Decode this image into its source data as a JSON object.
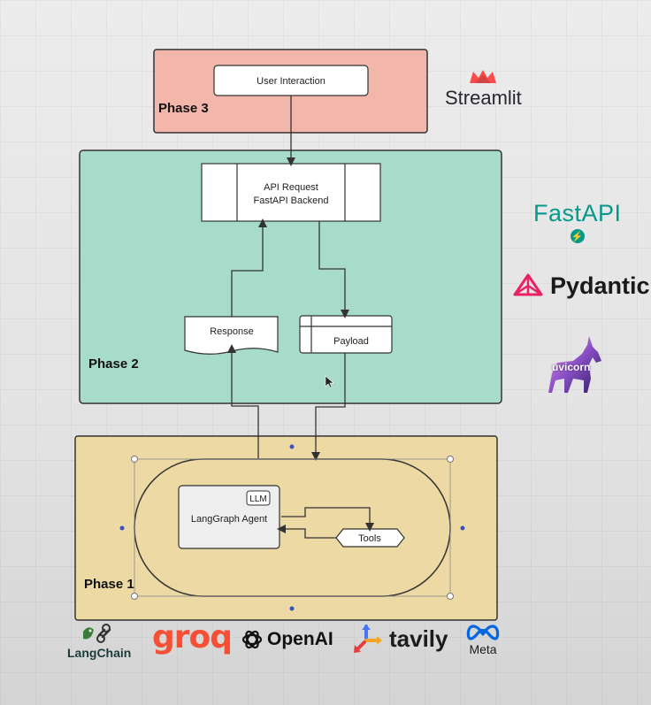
{
  "phases": {
    "phase3": {
      "label": "Phase 3"
    },
    "phase2": {
      "label": "Phase 2"
    },
    "phase1": {
      "label": "Phase 1"
    }
  },
  "nodes": {
    "user_interaction": "User Interaction",
    "api_request_line1": "API Request",
    "api_request_line2": "FastAPI Backend",
    "response": "Response",
    "payload": "Payload",
    "langgraph_agent": "LangGraph Agent",
    "llm_badge": "LLM",
    "tools": "Tools"
  },
  "logos": {
    "streamlit": "Streamlit",
    "fastapi": "FastAPI",
    "pydantic": "Pydantic",
    "uvicorn": "uvicorn",
    "langchain": "LangChain",
    "groq": "groq",
    "openai": "OpenAI",
    "tavily": "tavily",
    "meta": "Meta"
  },
  "colors": {
    "phase3_fill": "#f3b6aa",
    "phase2_fill": "#a6dcc9",
    "phase1_fill": "#ecd9a3",
    "stroke": "#333333",
    "streamlit": "#ff4b4b",
    "fastapi": "#05998b",
    "groq": "#f55036",
    "meta": "#0668e1"
  },
  "icons": [
    "streamlit-crown-icon",
    "fastapi-bolt-icon",
    "pydantic-prism-icon",
    "uvicorn-unicorn-icon",
    "langchain-parrot-icon",
    "openai-knot-icon",
    "tavily-arrows-icon",
    "meta-infinity-icon",
    "mouse-cursor-icon"
  ]
}
